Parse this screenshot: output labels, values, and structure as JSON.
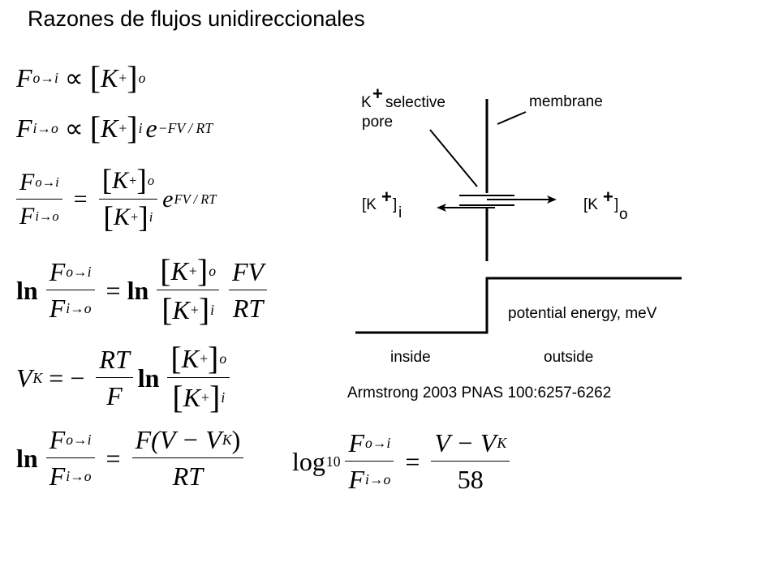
{
  "title": "Razones de flujos unidireccionales",
  "diagram": {
    "pore_label_k": "K",
    "pore_label_plus": "+",
    "pore_label_line1": "selective",
    "pore_label_line2": "pore",
    "membrane_label": "membrane",
    "ki_label": "[K",
    "ki_sup": "+",
    "ki_close": "]",
    "ki_sub": "i",
    "ko_label": "[K",
    "ko_sup": "+",
    "ko_close": "]",
    "ko_sub": "o",
    "energy_label": "potential energy, meV",
    "inside_label": "inside",
    "outside_label": "outside"
  },
  "citation": "Armstrong 2003 PNAS 100:6257-6262",
  "sym": {
    "F": "F",
    "K": "K",
    "plus": "+",
    "prop": "∝",
    "lb": "[",
    "rb": "]",
    "o": "o",
    "i": "i",
    "oi": "o→i",
    "io": "i→o",
    "e": "e",
    "exp_neg": "−FV / RT",
    "exp_pos": "FV / RT",
    "eq": "=",
    "ln": "ln",
    "FV": "FV",
    "RT": "RT",
    "V": "V",
    "minus_eq": "= −",
    "FVVK": "F(V − V",
    "close_paren": ")",
    "VVK": "V − V",
    "log": "log",
    "ten": "10",
    "fiftyeight": "58"
  }
}
